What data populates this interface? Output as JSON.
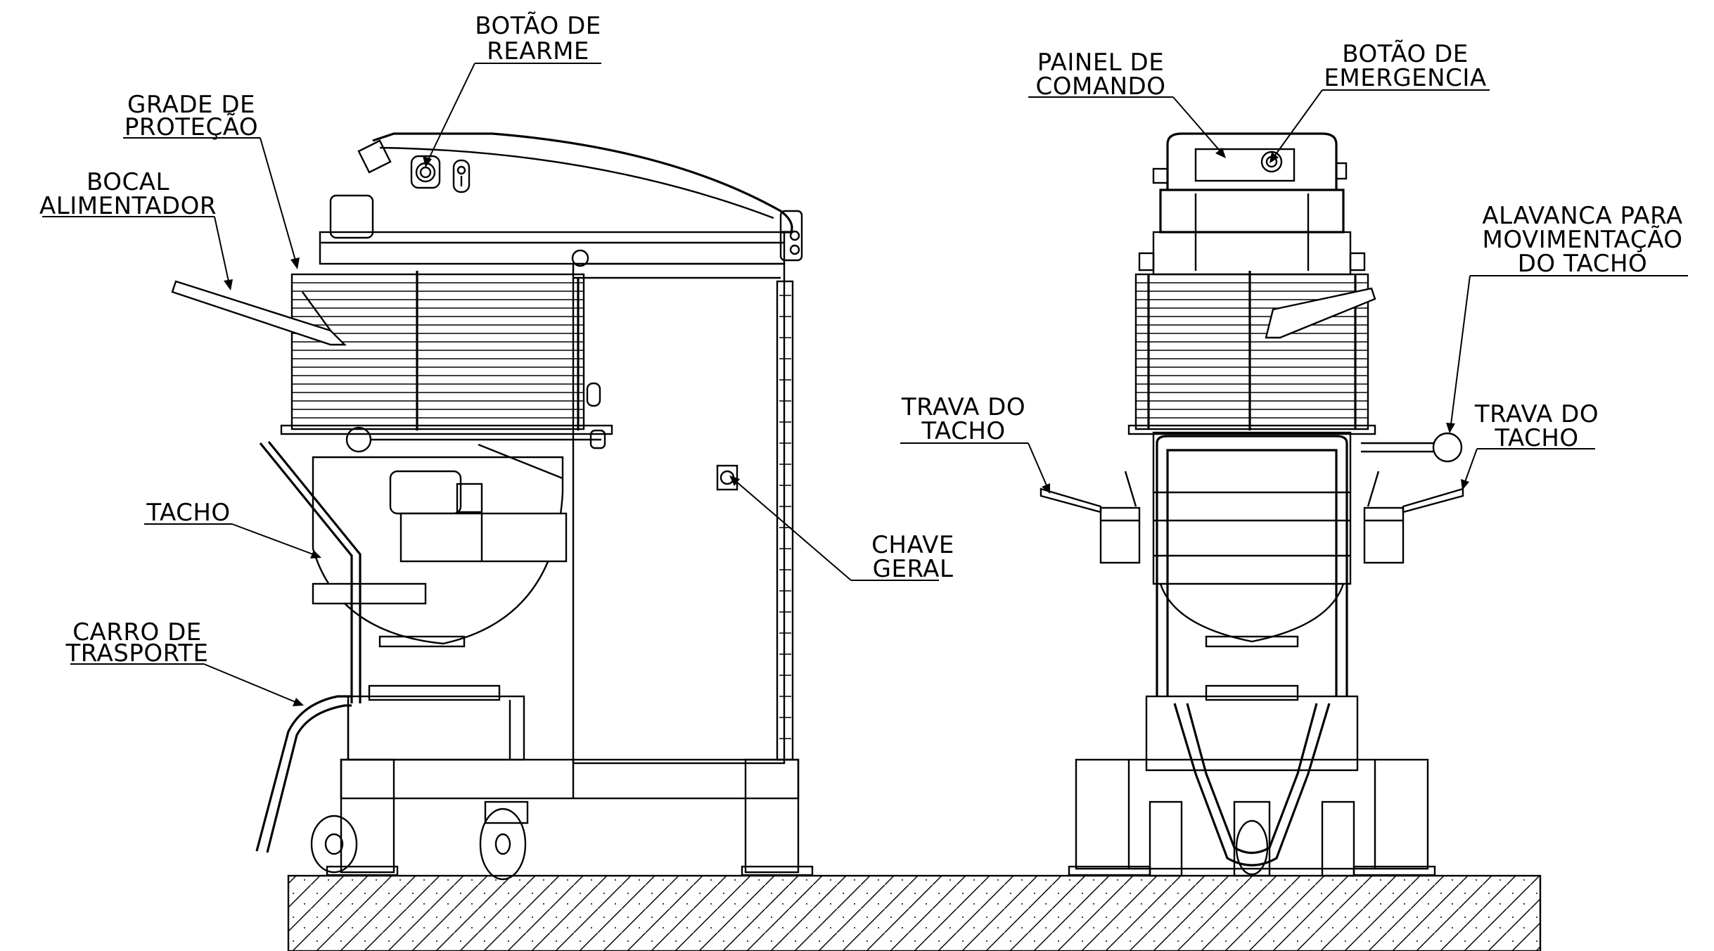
{
  "labels": {
    "botao_rearme": [
      "BOTÃO DE",
      "REARME"
    ],
    "grade_protecao": [
      "GRADE DE",
      "PROTEÇÃO"
    ],
    "bocal_alimentador": [
      "BOCAL",
      "ALIMENTADOR"
    ],
    "tacho": [
      "TACHO"
    ],
    "carro_transporte": [
      "CARRO DE",
      "TRASPORTE"
    ],
    "chave_geral": [
      "CHAVE",
      "GERAL"
    ],
    "painel_comando": [
      "PAINEL DE",
      "COMANDO"
    ],
    "botao_emergencia": [
      "BOTÃO DE",
      "EMERGENCIA"
    ],
    "alavanca_tacho": [
      "ALAVANCA PARA",
      "MOVIMENTAÇÃO",
      "DO TACHO"
    ],
    "trava_tacho_left": [
      "TRAVA DO",
      "TACHO"
    ],
    "trava_tacho_right": [
      "TRAVA DO",
      "TACHO"
    ]
  }
}
